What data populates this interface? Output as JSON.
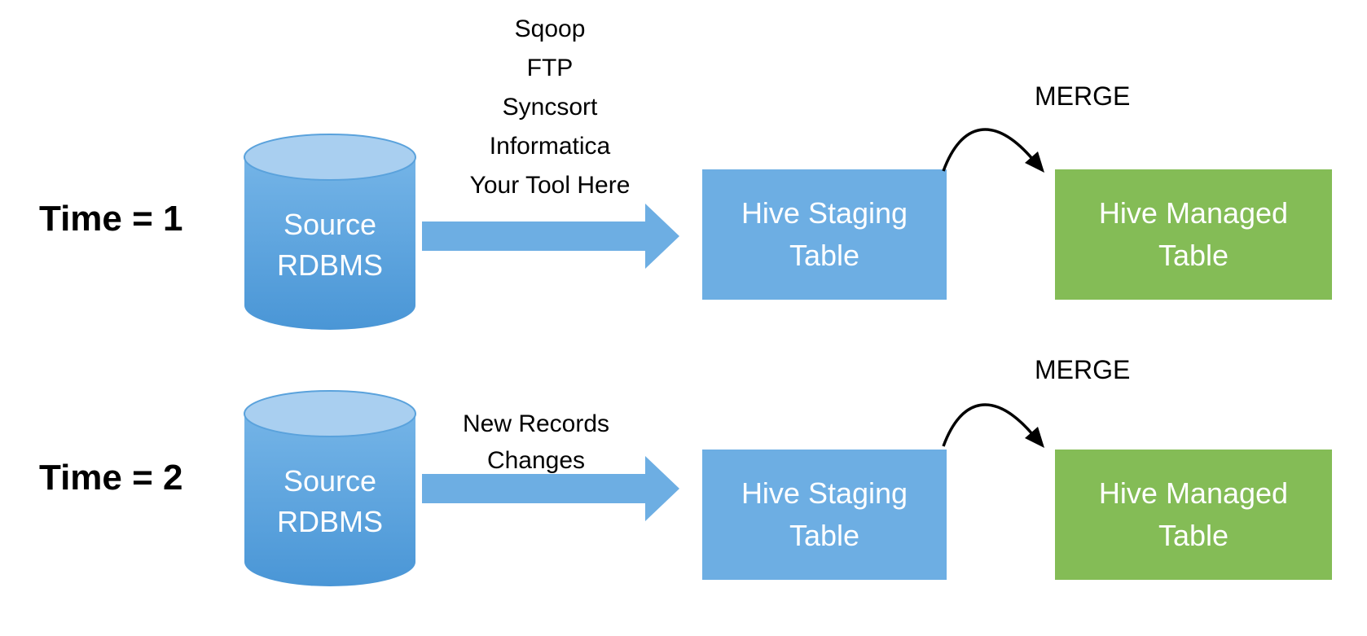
{
  "rows": [
    {
      "time_label": "Time = 1",
      "source": {
        "line1": "Source",
        "line2": "RDBMS"
      },
      "transfer_labels": [
        "Sqoop",
        "FTP",
        "Syncsort",
        "Informatica",
        "Your Tool Here"
      ],
      "staging": {
        "line1": "Hive Staging",
        "line2": "Table"
      },
      "merge_label": "MERGE",
      "managed": {
        "line1": "Hive Managed",
        "line2": "Table"
      }
    },
    {
      "time_label": "Time = 2",
      "source": {
        "line1": "Source",
        "line2": "RDBMS"
      },
      "transfer_labels": [
        "New Records",
        "Changes"
      ],
      "staging": {
        "line1": "Hive Staging",
        "line2": "Table"
      },
      "merge_label": "MERGE",
      "managed": {
        "line1": "Hive Managed",
        "line2": "Table"
      }
    }
  ],
  "colors": {
    "database_fill": "#5aa2dc",
    "database_top": "#a9cff0",
    "staging_fill": "#6daee3",
    "managed_fill": "#84bc56",
    "flow_arrow": "#6daee3",
    "merge_arrow": "#000000"
  },
  "icons": {
    "database": "database-cylinder-icon",
    "flow": "right-block-arrow-icon",
    "merge": "curved-arrow-icon"
  }
}
